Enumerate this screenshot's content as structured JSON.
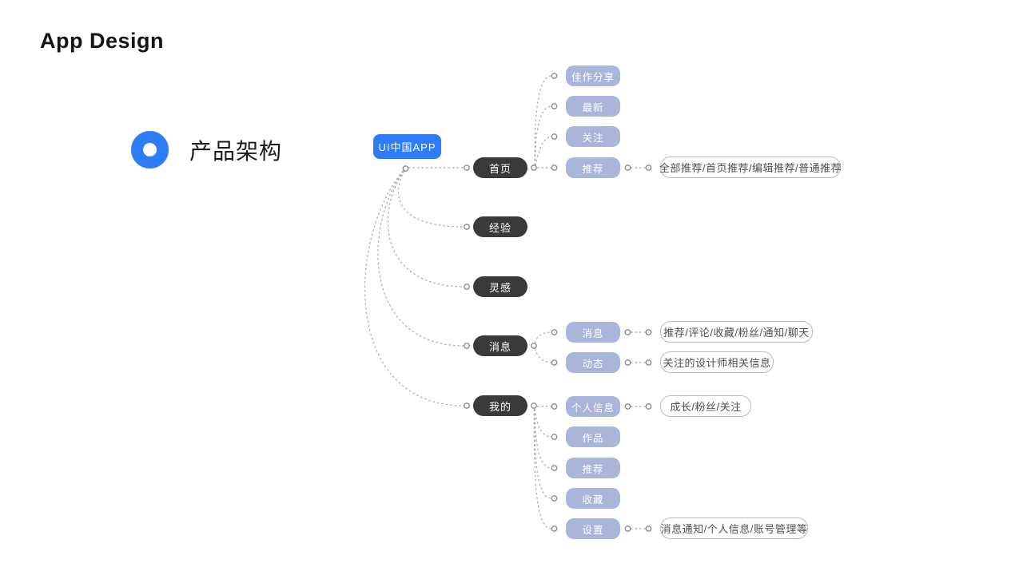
{
  "page": {
    "title": "App Design"
  },
  "section": {
    "label": "产品架构"
  },
  "palette": {
    "accent_blue": "#2e7cf7",
    "dark_node": "#3a3a3a",
    "light_node": "#a9b6d9",
    "detail_border": "#bbbbbb",
    "connector_gray": "#a8a8a8"
  },
  "tree": {
    "root": {
      "label": "UI中国APP"
    },
    "branches": [
      {
        "label": "首页",
        "children": [
          {
            "label": "佳作分享"
          },
          {
            "label": "最新"
          },
          {
            "label": "关注"
          },
          {
            "label": "推荐",
            "detail": "全部推荐/首页推荐/编辑推荐/普通推荐"
          }
        ]
      },
      {
        "label": "经验"
      },
      {
        "label": "灵感"
      },
      {
        "label": "消息",
        "children": [
          {
            "label": "消息",
            "detail": "推荐/评论/收藏/粉丝/通知/聊天"
          },
          {
            "label": "动态",
            "detail": "关注的设计师相关信息"
          }
        ]
      },
      {
        "label": "我的",
        "children": [
          {
            "label": "个人信息",
            "detail": "成长/粉丝/关注"
          },
          {
            "label": "作品"
          },
          {
            "label": "推荐"
          },
          {
            "label": "收藏"
          },
          {
            "label": "设置",
            "detail": "消息通知/个人信息/账号管理等"
          }
        ]
      }
    ]
  }
}
